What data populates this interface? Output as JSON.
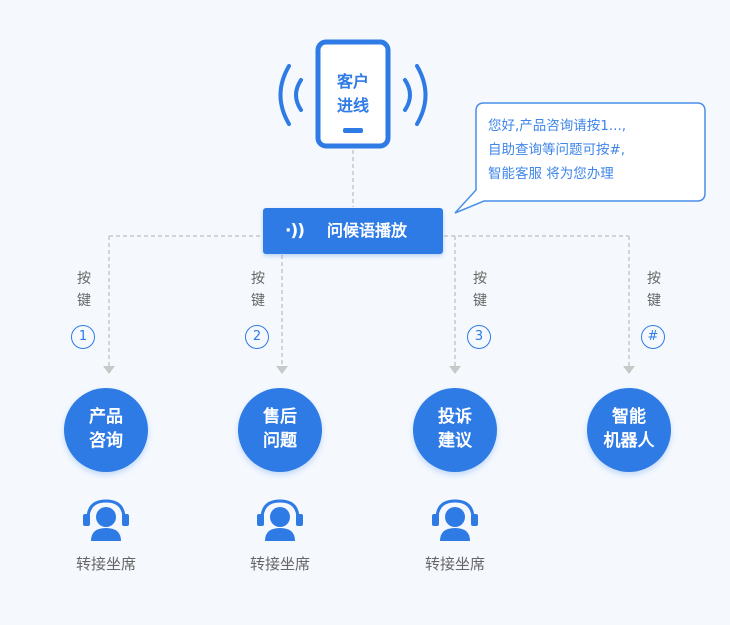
{
  "phone": {
    "line1": "客户",
    "line2": "进线"
  },
  "bubble": {
    "line1": "您好,产品咨询请按1...,",
    "line2": "自助查询等问题可按#,",
    "line3": "智能客服 将为您办理"
  },
  "greeting_bar": {
    "icon": "·))",
    "label": "问候语播放",
    "icon_name": "speaker-wave-icon"
  },
  "branches": [
    {
      "key_line1": "按",
      "key_line2": "键",
      "key": "1",
      "node_line1": "产品",
      "node_line2": "咨询",
      "agent_label": "转接坐席"
    },
    {
      "key_line1": "按",
      "key_line2": "键",
      "key": "2",
      "node_line1": "售后",
      "node_line2": "问题",
      "agent_label": "转接坐席"
    },
    {
      "key_line1": "按",
      "key_line2": "键",
      "key": "3",
      "node_line1": "投诉",
      "node_line2": "建议",
      "agent_label": "转接坐席"
    },
    {
      "key_line1": "按",
      "key_line2": "键",
      "key": "#",
      "node_line1": "智能",
      "node_line2": "机器人"
    }
  ],
  "colors": {
    "accent": "#2f7be6",
    "background": "#f5f9fe",
    "connector": "#c8c8c8",
    "text_muted": "#666666"
  }
}
